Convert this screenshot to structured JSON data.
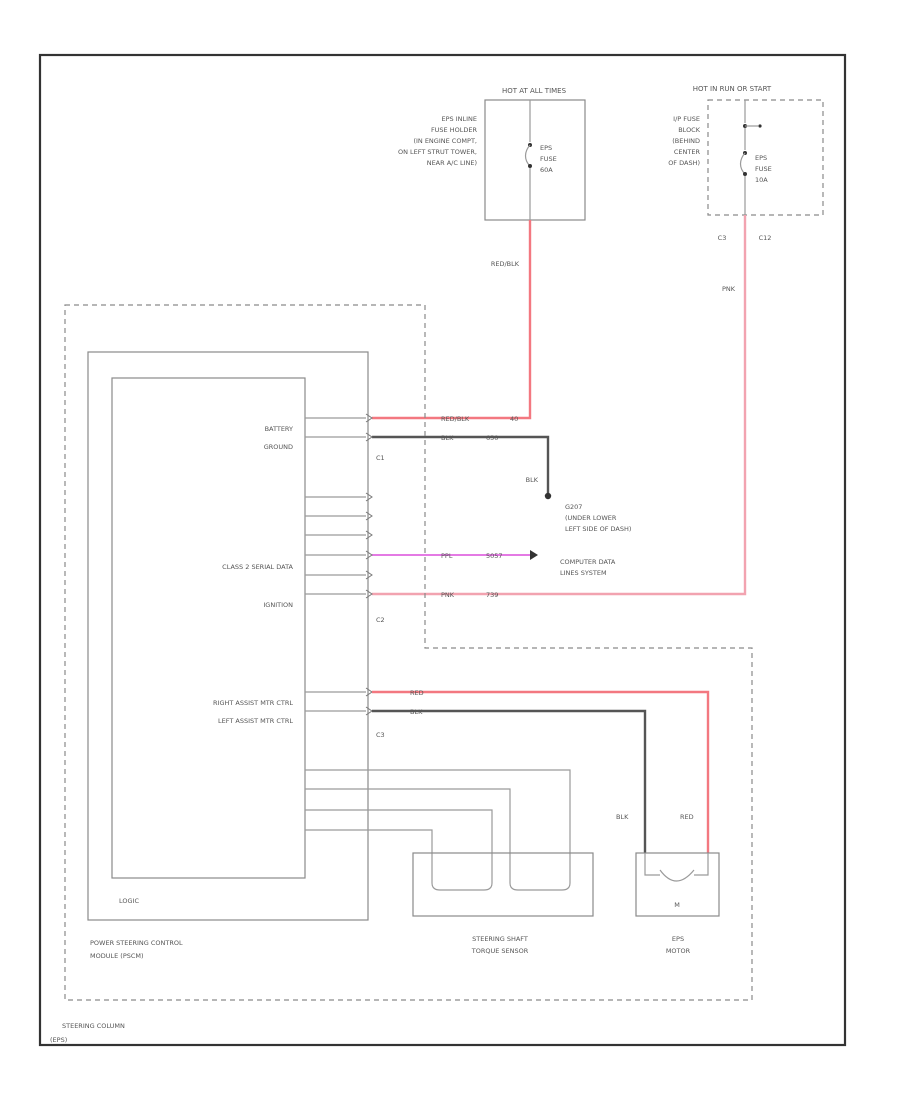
{
  "fuse_hot_at_all_times": {
    "header": "HOT AT ALL TIMES",
    "holder_lines": [
      "EPS INLINE",
      "FUSE HOLDER",
      "(IN ENGINE COMPT,",
      "ON LEFT STRUT TOWER,",
      "NEAR A/C LINE)"
    ],
    "fuse_lines": [
      "EPS",
      "FUSE",
      "60A"
    ]
  },
  "fuse_hot_in_run": {
    "header": "HOT IN RUN OR START",
    "block_lines": [
      "I/P FUSE",
      "BLOCK",
      "(BEHIND",
      "CENTER",
      "OF DASH)"
    ],
    "fuse_lines": [
      "EPS",
      "FUSE",
      "10A"
    ],
    "connector_left": "C3",
    "connector_right": "C12"
  },
  "wires": {
    "battery_feed_color": "RED/BLK",
    "ignition_feed_color": "PNK",
    "battery_row": [
      "RED/BLK",
      "40"
    ],
    "ground_row": [
      "BLK",
      "650"
    ],
    "ground_drop": "BLK",
    "data_row": [
      "PPL",
      "5057"
    ],
    "ignition_row": [
      "PNK",
      "739"
    ],
    "right_motor_row": "RED",
    "left_motor_row": "BLK",
    "motor_left_label": "BLK",
    "motor_right_label": "RED"
  },
  "pscm": {
    "pins_c1": [
      "BATTERY",
      "GROUND"
    ],
    "pins_c2": [
      "CLASS 2 SERIAL DATA",
      "IGNITION"
    ],
    "pins_c3": [
      "RIGHT ASSIST MTR CTRL",
      "LEFT ASSIST MTR CTRL"
    ],
    "connectors": [
      "C1",
      "C2",
      "C3"
    ],
    "logic_label": "LOGIC",
    "name_lines": [
      "POWER STEERING CONTROL",
      "MODULE (PSCM)"
    ]
  },
  "ground_point": [
    "G207",
    "(UNDER LOWER",
    "LEFT SIDE OF DASH)"
  ],
  "data_dest": [
    "COMPUTER DATA",
    "LINES SYSTEM"
  ],
  "torque_sensor_lines": [
    "STEERING SHAFT",
    "TORQUE SENSOR"
  ],
  "motor_lines": [
    "EPS",
    "MOTOR"
  ],
  "motor_symbol": "M",
  "steering_column_lines": [
    "STEERING COLUMN",
    "(EPS)"
  ],
  "colors": {
    "red_wire": "#f37880",
    "pink_wire": "#f2a3b0",
    "black_wire": "#555555",
    "purple_wire": "#e47ae4",
    "frame": "#333333"
  }
}
